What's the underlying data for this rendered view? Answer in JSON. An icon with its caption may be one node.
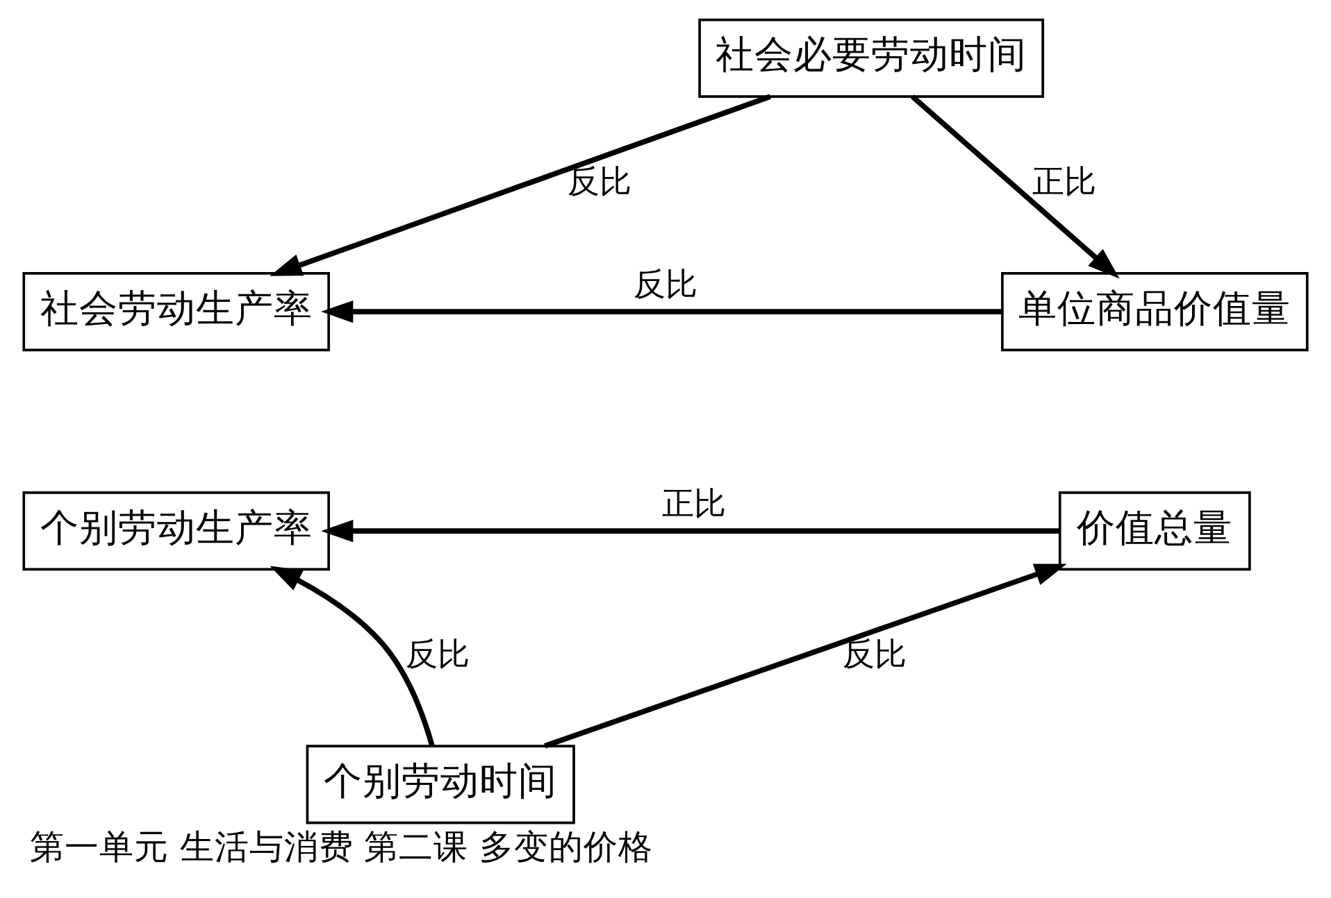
{
  "diagram": {
    "caption": "第一单元 生活与消费 第二课 多变的价格",
    "nodes": [
      {
        "text": [
          "社会必要劳动时间"
        ]
      },
      {
        "text": [
          "社会劳动生产率"
        ]
      },
      {
        "text": [
          "单位商品价值量"
        ]
      },
      {
        "text": [
          "个别劳动生产率"
        ]
      },
      {
        "text": [
          "价值总量"
        ]
      },
      {
        "text": [
          "个别劳动时间"
        ]
      }
    ],
    "edges": [
      {
        "from": 0,
        "to": 1,
        "arrow": "to",
        "label": "反比"
      },
      {
        "from": 0,
        "to": 2,
        "arrow": "to",
        "label": "正比"
      },
      {
        "from": 2,
        "to": 1,
        "arrow": "to",
        "label": "反比"
      },
      {
        "from": 4,
        "to": 3,
        "arrow": "to",
        "label": "正比"
      },
      {
        "from": 5,
        "to": 3,
        "arrow": "to",
        "label": "反比"
      },
      {
        "from": 5,
        "to": 4,
        "arrow": "to",
        "label": "反比"
      }
    ]
  }
}
